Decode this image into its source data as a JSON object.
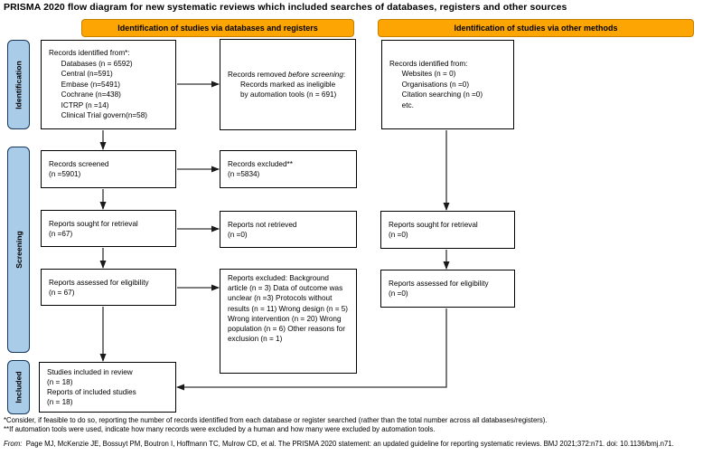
{
  "title": "PRISMA 2020 flow diagram for new systematic reviews which included searches of databases, registers and other sources",
  "banners": {
    "databases": "Identification of studies via databases and registers",
    "other": "Identification of studies via other methods"
  },
  "sidebar": {
    "identification": "Identification",
    "screening": "Screening",
    "included": "Included"
  },
  "boxes": {
    "records_identified_db": [
      "Records identified from*:",
      "      Databases (n = 6592)",
      "      Central (n=591)",
      "      Embase (n=5491)",
      "      Cochrane (n=438)",
      "      ICTRP (n =14)",
      "      Clinical Trial govern(n=58)"
    ],
    "records_removed": {
      "pre": "Records removed ",
      "italic": "before screening",
      "post": ":",
      "items": [
        "Records marked as ineligible",
        "by automation tools (n = 691)"
      ]
    },
    "records_identified_other": [
      "Records identified from:",
      "      Websites (n = 0)",
      "      Organisations (n =0)",
      "      Citation searching (n =0)",
      "      etc."
    ],
    "records_screened": [
      "Records screened",
      "(n =5901)"
    ],
    "records_excluded": [
      "Records excluded**",
      "(n =5834)"
    ],
    "reports_sought_db": [
      "Reports sought for retrieval",
      "(n =67)"
    ],
    "reports_not_retrieved": [
      "Reports not retrieved",
      "(n =0)"
    ],
    "reports_sought_other": [
      "Reports sought for retrieval",
      "(n =0)"
    ],
    "reports_assessed_db": [
      "Reports assessed for eligibility",
      "(n = 67)"
    ],
    "reports_assessed_other": [
      "Reports assessed for eligibility",
      "(n =0)"
    ],
    "reports_excluded_reasons": [
      "Reports excluded:",
      "Background article (n = 3)",
      "Data of outcome was unclear (n =3)",
      "Protocols without results (n = 11)",
      "Wrong design (n = 5)",
      "Wrong intervention (n = 20)",
      "Wrong population (n = 6)",
      "Other reasons for exclusion (n = 1)"
    ],
    "included_studies": [
      "Studies included in review",
      "(n = 18)",
      "Reports of included studies",
      "(n = 18)"
    ]
  },
  "footnotes": {
    "f1": "*Consider, if feasible to do so, reporting the number of records identified from each database or register searched (rather than the total number across all databases/registers).",
    "f2": "**If automation tools were used, indicate how many records were excluded by a human and how many were excluded by automation tools.",
    "citation_label": "From:",
    "citation": "  Page MJ, McKenzie JE, Bossuyt PM, Boutron I, Hoffmann TC, Mulrow CD, et al. The PRISMA 2020 statement: an updated guideline for reporting systematic reviews. BMJ 2021;372:n71. doi: 10.1136/bmj.n71."
  },
  "colors": {
    "banner_fill": "#FCA503",
    "banner_border": "#C77F00",
    "sidebar_fill": "#A9CCE8",
    "sidebar_border": "#16365C"
  }
}
